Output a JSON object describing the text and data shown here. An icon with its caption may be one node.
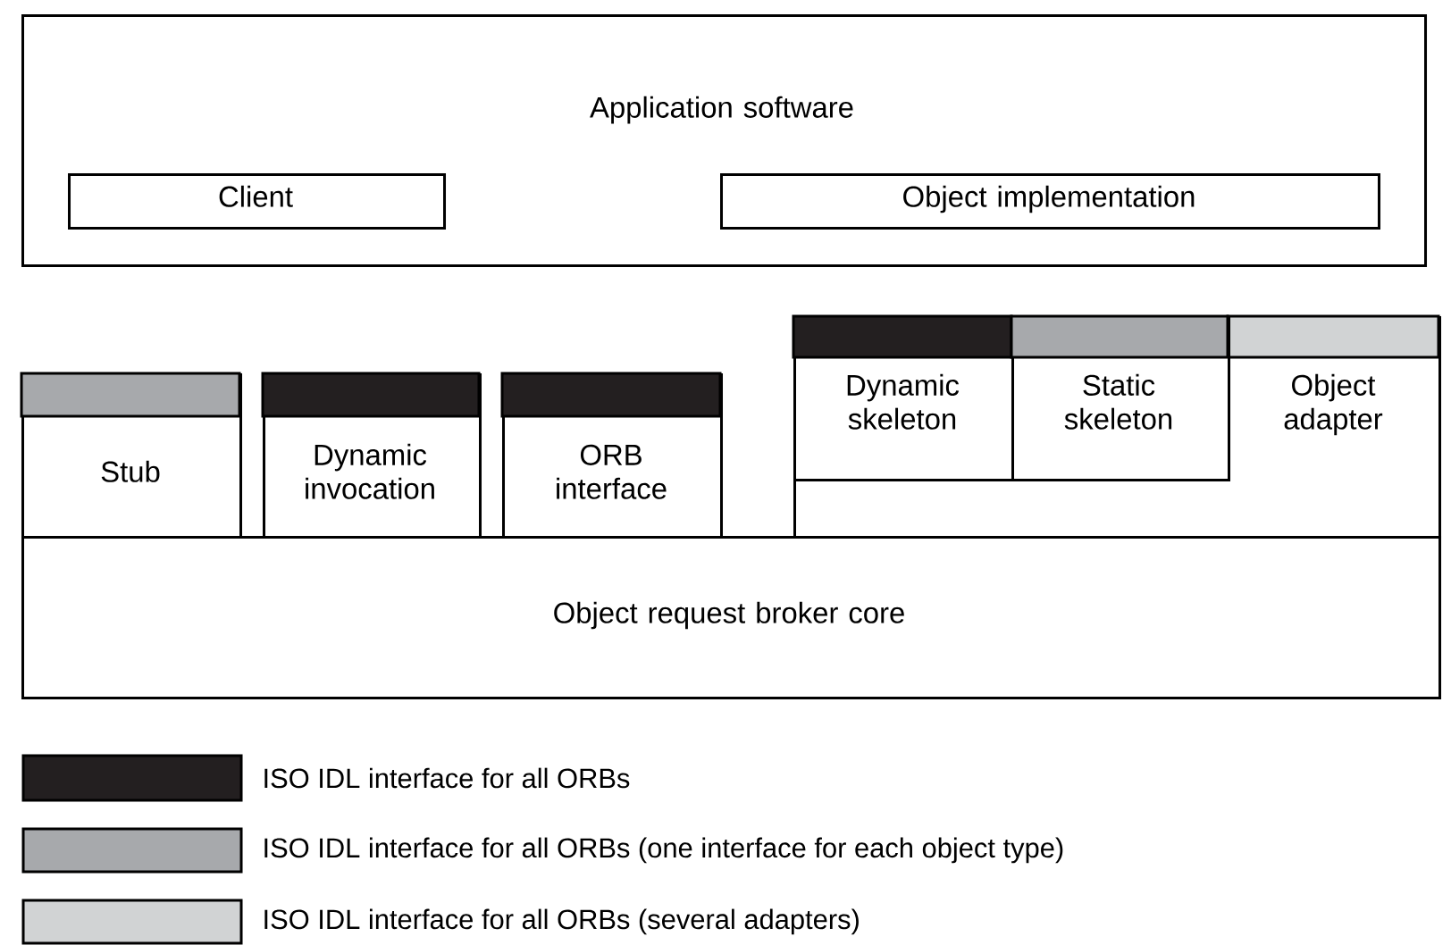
{
  "diagram": {
    "nodes": [
      {
        "text": [
          "Application software"
        ]
      },
      {
        "text": [
          "Client"
        ],
        "in": 0
      },
      {
        "text": [
          "Object implementation"
        ],
        "in": 0
      },
      {
        "text": [
          "Stub"
        ]
      },
      {
        "text": [
          "Dynamic invocation"
        ]
      },
      {
        "text": [
          "ORB interface"
        ]
      },
      {
        "text": [
          "Object adapter"
        ]
      },
      {
        "text": [
          "Dynamic skeleton"
        ],
        "in": 6
      },
      {
        "text": [
          "Static skeleton"
        ],
        "in": 6
      },
      {
        "text": [
          "Object request broker core"
        ]
      }
    ],
    "legend": [
      {
        "text": "ISO IDL interface for all ORBs",
        "color": "#231f20"
      },
      {
        "text": "ISO IDL interface for all ORBs (one interface for each object type)",
        "color": "#a7a9ac"
      },
      {
        "text": "ISO IDL interface for all ORBs (several adapters)",
        "color": "#d1d3d4"
      }
    ]
  }
}
